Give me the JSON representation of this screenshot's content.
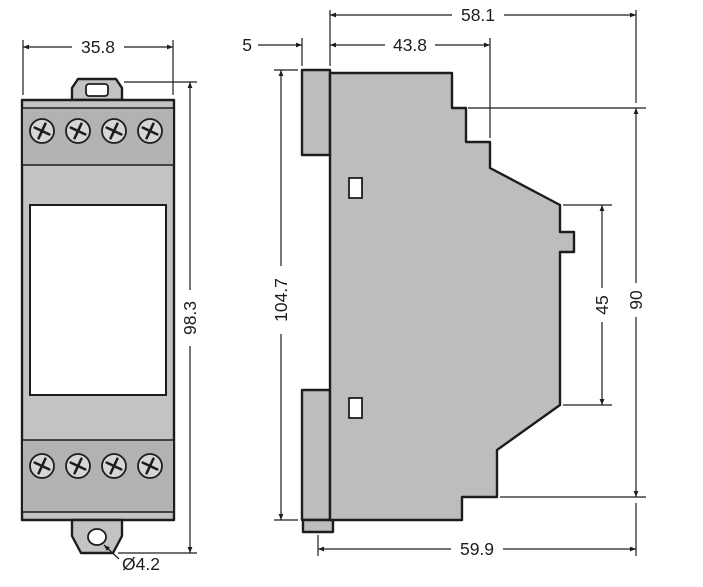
{
  "colors": {
    "line": "#1d1d1b",
    "body_fill": "#c3c3c3",
    "strip_fill": "#b2b2b2",
    "side_fill": "#bdbdbd",
    "screw_fill": "#d6d6d6",
    "panel_fill": "#ffffff"
  },
  "dims": {
    "front_width": "35.8",
    "front_height": "98.3",
    "hole_diameter": "Ø4.2",
    "rail_tab_depth": "5",
    "side_total_width": "58.1",
    "side_top_width": "43.8",
    "side_total_height": "104.7",
    "front_face_height": "45",
    "side_body_height": "90",
    "side_bottom_width": "59.9"
  }
}
